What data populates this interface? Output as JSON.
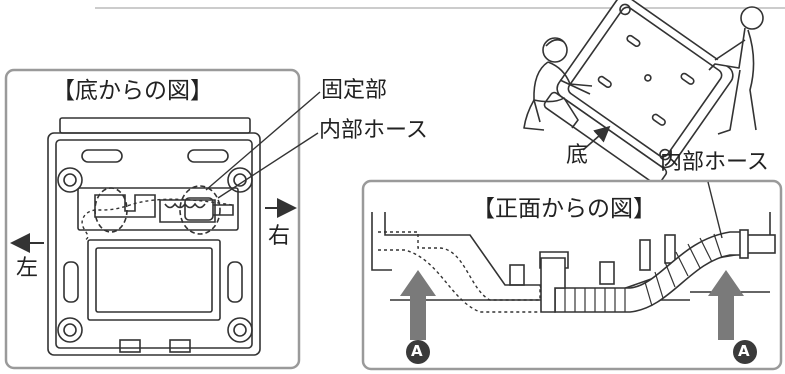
{
  "bottom_view": {
    "title": "【底からの図】",
    "callout_fixing": "固定部",
    "callout_hose": "内部ホース",
    "dir_right": "右",
    "dir_left": "左"
  },
  "illustration": {
    "bottom_label": "底"
  },
  "front_view": {
    "title": "【正面からの図】",
    "callout_hose": "内部ホース",
    "marker_left": "A",
    "marker_right": "A"
  },
  "colors": {
    "line": "#333333",
    "frame": "#9a9a9a",
    "arrow_fill": "#7a7a7a",
    "marker_fill": "#3a3a3a",
    "hose_fill": "#ffffff"
  }
}
